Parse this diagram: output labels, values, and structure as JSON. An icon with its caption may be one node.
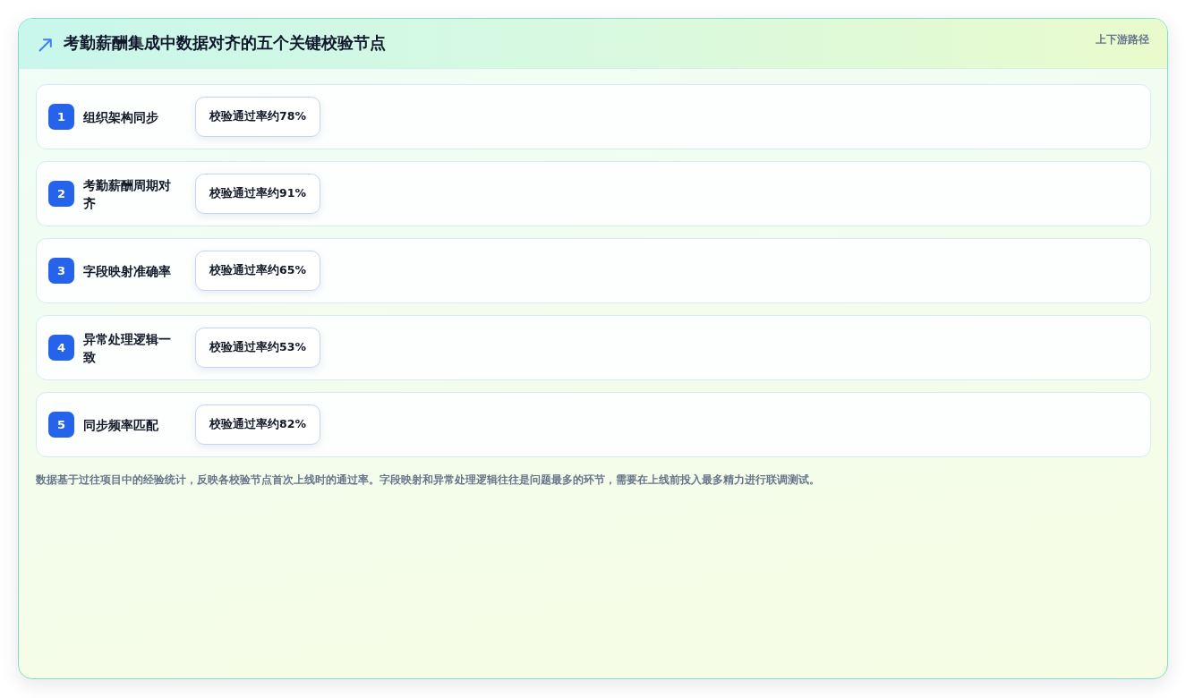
{
  "diagram": {
    "title": "考勤薪酬集成中数据对齐的五个关键校验节点",
    "caption": "数据基于过往项目中的经验统计，反映各校验节点首次上线时的通过率。字段映射和异常处理逻辑往往是问题最多的环节，需要在上线前投入最多精力进行联调测试。",
    "nodes": [
      {
        "text": [
          "组织架构同步"
        ]
      },
      {
        "text": [
          "1"
        ],
        "in": 0
      },
      {
        "text": [
          "校验通过率约78%"
        ],
        "in": 0
      },
      {
        "text": [
          "考勤薪酬周期对齐"
        ]
      },
      {
        "text": [
          "2"
        ],
        "in": 3
      },
      {
        "text": [
          "校验通过率约91%"
        ],
        "in": 3
      },
      {
        "text": [
          "字段映射准确率"
        ]
      },
      {
        "text": [
          "3"
        ],
        "in": 6
      },
      {
        "text": [
          "校验通过率约65%"
        ],
        "in": 6
      },
      {
        "text": [
          "异常处理逻辑一致"
        ]
      },
      {
        "text": [
          "4"
        ],
        "in": 9
      },
      {
        "text": [
          "校验通过率约53%"
        ],
        "in": 9
      },
      {
        "text": [
          "同步频率匹配"
        ]
      },
      {
        "text": [
          "5"
        ],
        "in": 12
      },
      {
        "text": [
          "校验通过率约82%"
        ],
        "in": 12
      }
    ],
    "edges": [],
    "labels": [
      "上下游路径"
    ]
  }
}
